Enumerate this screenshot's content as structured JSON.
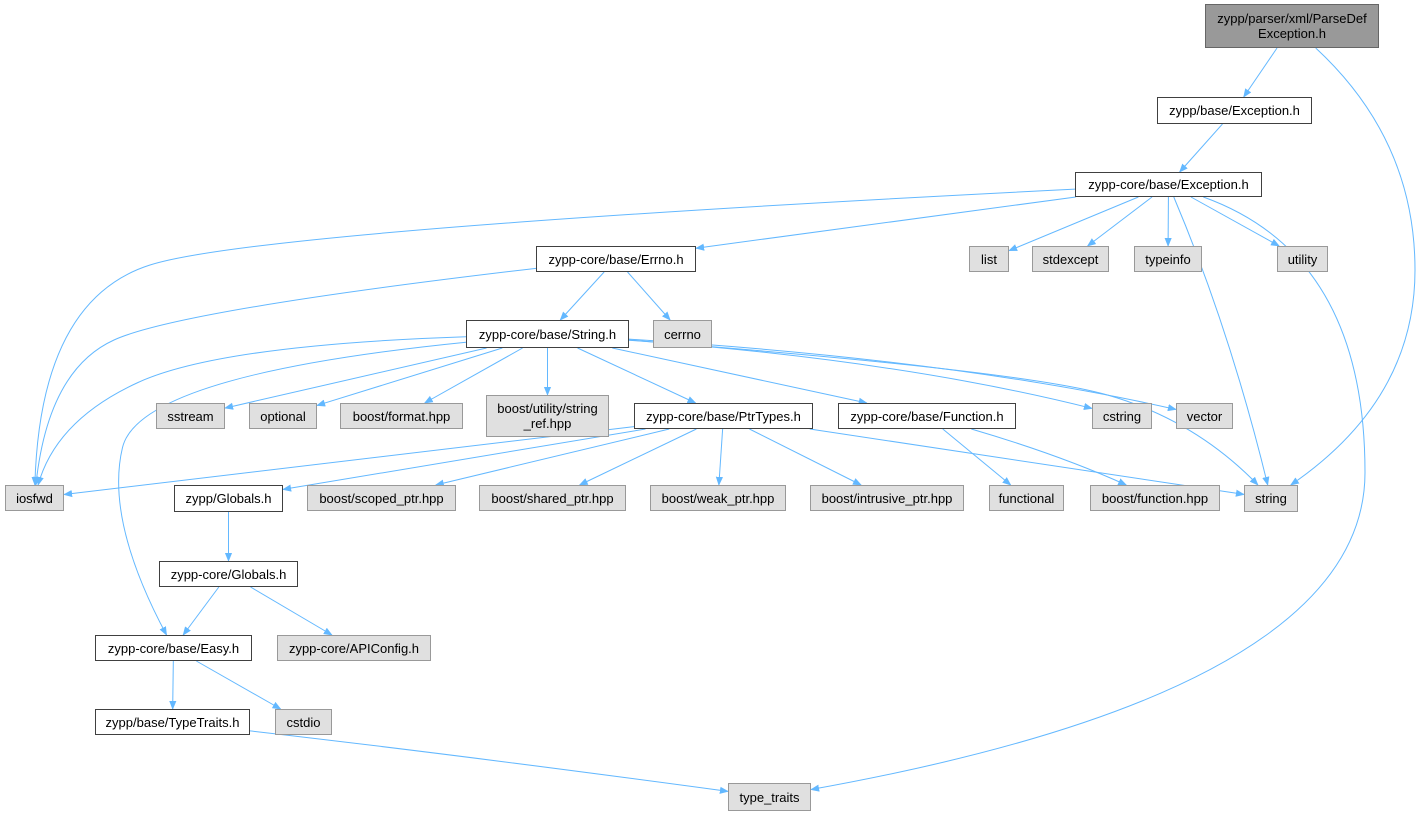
{
  "diagram": {
    "edge_color": "#63b8ff",
    "nodes": [
      {
        "id": "root",
        "label": "zypp/parser/xml/ParseDef\nException.h",
        "kind": "root"
      },
      {
        "id": "zbexc",
        "label": "zypp/base/Exception.h",
        "kind": "project"
      },
      {
        "id": "zcbexc",
        "label": "zypp-core/base/Exception.h",
        "kind": "project"
      },
      {
        "id": "errno",
        "label": "zypp-core/base/Errno.h",
        "kind": "project"
      },
      {
        "id": "list",
        "label": "list",
        "kind": "system"
      },
      {
        "id": "stdexcept",
        "label": "stdexcept",
        "kind": "system"
      },
      {
        "id": "typeinfo",
        "label": "typeinfo",
        "kind": "system"
      },
      {
        "id": "utility",
        "label": "utility",
        "kind": "system"
      },
      {
        "id": "strh",
        "label": "zypp-core/base/String.h",
        "kind": "project"
      },
      {
        "id": "cerrno",
        "label": "cerrno",
        "kind": "system"
      },
      {
        "id": "sstream",
        "label": "sstream",
        "kind": "system"
      },
      {
        "id": "optional",
        "label": "optional",
        "kind": "system"
      },
      {
        "id": "bformat",
        "label": "boost/format.hpp",
        "kind": "system"
      },
      {
        "id": "bstrref",
        "label": "boost/utility/string\n_ref.hpp",
        "kind": "system"
      },
      {
        "id": "ptrtypes",
        "label": "zypp-core/base/PtrTypes.h",
        "kind": "project"
      },
      {
        "id": "functionh",
        "label": "zypp-core/base/Function.h",
        "kind": "project"
      },
      {
        "id": "cstring",
        "label": "cstring",
        "kind": "system"
      },
      {
        "id": "vector",
        "label": "vector",
        "kind": "system"
      },
      {
        "id": "iosfwd",
        "label": "iosfwd",
        "kind": "system"
      },
      {
        "id": "zglobals",
        "label": "zypp/Globals.h",
        "kind": "project"
      },
      {
        "id": "bscoped",
        "label": "boost/scoped_ptr.hpp",
        "kind": "system"
      },
      {
        "id": "bshared",
        "label": "boost/shared_ptr.hpp",
        "kind": "system"
      },
      {
        "id": "bweak",
        "label": "boost/weak_ptr.hpp",
        "kind": "system"
      },
      {
        "id": "bintr",
        "label": "boost/intrusive_ptr.hpp",
        "kind": "system"
      },
      {
        "id": "functional",
        "label": "functional",
        "kind": "system"
      },
      {
        "id": "bfunc",
        "label": "boost/function.hpp",
        "kind": "system"
      },
      {
        "id": "string",
        "label": "string",
        "kind": "system"
      },
      {
        "id": "zcglobals",
        "label": "zypp-core/Globals.h",
        "kind": "project"
      },
      {
        "id": "easy",
        "label": "zypp-core/base/Easy.h",
        "kind": "project"
      },
      {
        "id": "apiconfig",
        "label": "zypp-core/APIConfig.h",
        "kind": "system"
      },
      {
        "id": "typetraitsh",
        "label": "zypp/base/TypeTraits.h",
        "kind": "project"
      },
      {
        "id": "cstdio",
        "label": "cstdio",
        "kind": "system"
      },
      {
        "id": "type_traits",
        "label": "type_traits",
        "kind": "system"
      }
    ],
    "edges": [
      [
        "root",
        "zbexc"
      ],
      [
        "root",
        "string"
      ],
      [
        "zbexc",
        "zcbexc"
      ],
      [
        "zcbexc",
        "iosfwd"
      ],
      [
        "zcbexc",
        "errno"
      ],
      [
        "zcbexc",
        "list"
      ],
      [
        "zcbexc",
        "stdexcept"
      ],
      [
        "zcbexc",
        "typeinfo"
      ],
      [
        "zcbexc",
        "utility"
      ],
      [
        "zcbexc",
        "string"
      ],
      [
        "zcbexc",
        "type_traits"
      ],
      [
        "errno",
        "iosfwd"
      ],
      [
        "errno",
        "strh"
      ],
      [
        "errno",
        "cerrno"
      ],
      [
        "strh",
        "iosfwd"
      ],
      [
        "strh",
        "easy"
      ],
      [
        "strh",
        "sstream"
      ],
      [
        "strh",
        "optional"
      ],
      [
        "strh",
        "bformat"
      ],
      [
        "strh",
        "bstrref"
      ],
      [
        "strh",
        "ptrtypes"
      ],
      [
        "strh",
        "functionh"
      ],
      [
        "strh",
        "string"
      ],
      [
        "strh",
        "cstring"
      ],
      [
        "strh",
        "vector"
      ],
      [
        "ptrtypes",
        "iosfwd"
      ],
      [
        "ptrtypes",
        "zglobals"
      ],
      [
        "ptrtypes",
        "bscoped"
      ],
      [
        "ptrtypes",
        "bshared"
      ],
      [
        "ptrtypes",
        "bweak"
      ],
      [
        "ptrtypes",
        "bintr"
      ],
      [
        "ptrtypes",
        "string"
      ],
      [
        "functionh",
        "functional"
      ],
      [
        "functionh",
        "bfunc"
      ],
      [
        "zglobals",
        "zcglobals"
      ],
      [
        "zcglobals",
        "easy"
      ],
      [
        "zcglobals",
        "apiconfig"
      ],
      [
        "easy",
        "typetraitsh"
      ],
      [
        "easy",
        "cstdio"
      ],
      [
        "typetraitsh",
        "type_traits"
      ]
    ]
  }
}
